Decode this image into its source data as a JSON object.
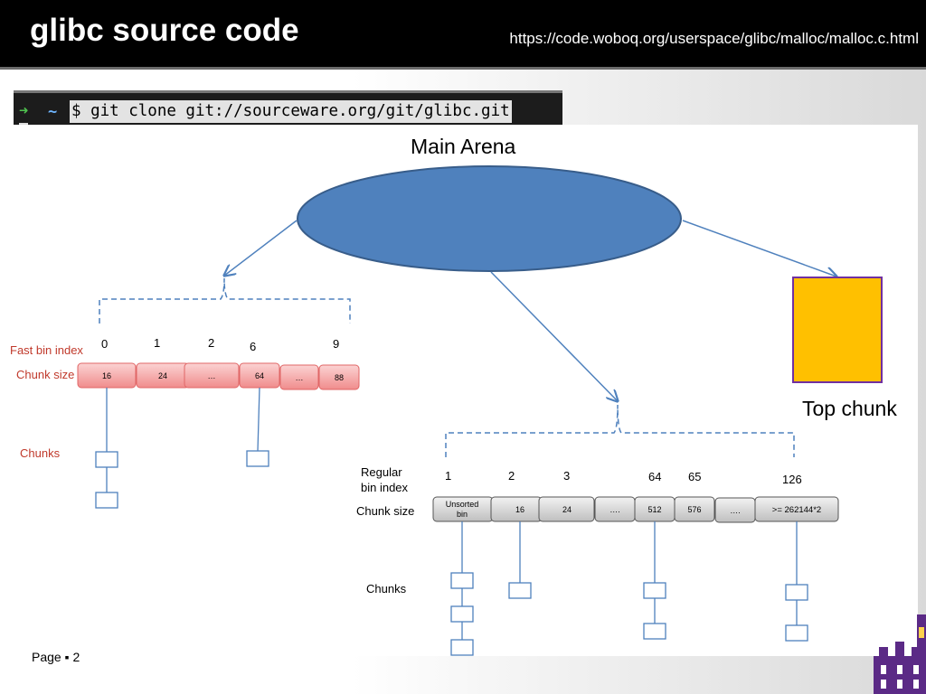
{
  "header": {
    "title": "glibc source code",
    "url": "https://code.woboq.org/userspace/glibc/malloc/malloc.c.html"
  },
  "terminal": {
    "prompt_arrow": "➜",
    "prompt_tilde": "~",
    "command": "$ git clone git://sourceware.org/git/glibc.git"
  },
  "diagram": {
    "main_arena_label": "Main Arena",
    "top_chunk_label": "Top chunk",
    "fast_bins": {
      "index_label": "Fast bin index",
      "size_label": "Chunk size",
      "chunks_label": "Chunks",
      "indices": [
        "0",
        "1",
        "2",
        "6",
        "9"
      ],
      "sizes": [
        "16",
        "24",
        "…",
        "64",
        "…",
        "88"
      ]
    },
    "regular_bins": {
      "index_label": "Regular\nbin index",
      "size_label": "Chunk size",
      "chunks_label": "Chunks",
      "indices": [
        "1",
        "2",
        "3",
        "64",
        "65",
        "126"
      ],
      "sizes": [
        "Unsorted\nbin",
        "16",
        "24",
        "….",
        "512",
        "576",
        "….",
        ">= 262144*2"
      ]
    },
    "colors": {
      "arena_fill": "#4f81bd",
      "arena_stroke": "#385d8a",
      "top_chunk_fill": "#ffc000",
      "top_chunk_stroke": "#7030a0",
      "fast_box_fill": "#f4a0a0",
      "regular_box_fill": "#d4d4d4",
      "red_label": "#c0392b"
    }
  },
  "footer": {
    "page_label": "Page ▪ 2"
  }
}
